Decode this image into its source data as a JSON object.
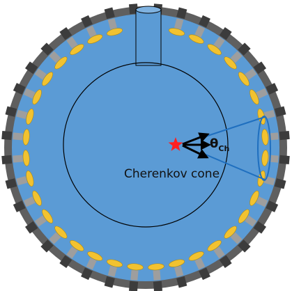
{
  "labels": {
    "theta": "θ",
    "theta_subscript": "Ch",
    "cone": "Cherenkov cone"
  },
  "colors": {
    "water": "#5b9bd5",
    "outer_ring": "#5f5f5f",
    "pmt": "#f2c230",
    "pmt_stroke": "#b08a10",
    "pmt_base": "#9e9e9e",
    "inner_circle": "#000000",
    "cone": "#1f6fbf",
    "star": "#ff2020",
    "arrows": "#000000"
  },
  "pmt_ring": {
    "count": 36
  },
  "icons": {
    "source": "star-icon",
    "direction": "arrow-icons"
  }
}
